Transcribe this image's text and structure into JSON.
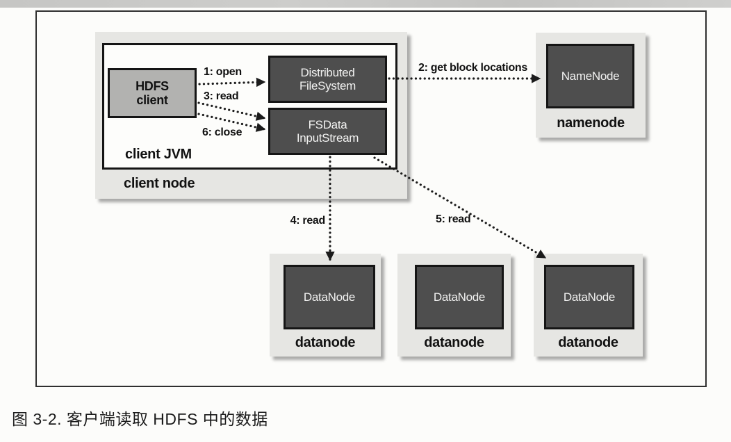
{
  "caption": "图 3-2. 客户端读取 HDFS 中的数据",
  "client_node": {
    "label": "client node",
    "jvm_label": "client JVM",
    "hdfs_client": {
      "line1": "HDFS",
      "line2": "client"
    },
    "distributed_filesystem": {
      "line1": "Distributed",
      "line2": "FileSystem"
    },
    "fsdata_inputstream": {
      "line1": "FSData",
      "line2": "InputStream"
    }
  },
  "namenode": {
    "box_label": "NameNode",
    "node_label": "namenode"
  },
  "datanodes": [
    {
      "box_label": "DataNode",
      "node_label": "datanode"
    },
    {
      "box_label": "DataNode",
      "node_label": "datanode"
    },
    {
      "box_label": "DataNode",
      "node_label": "datanode"
    }
  ],
  "arrows": [
    {
      "label": "1: open"
    },
    {
      "label": "2: get block locations"
    },
    {
      "label": "3: read"
    },
    {
      "label": "6: close"
    },
    {
      "label": "4: read"
    },
    {
      "label": "5: read"
    }
  ],
  "colors": {
    "page_background": "#fcfcfa",
    "frame_border": "#2f2f2f",
    "light_container": "#e6e6e3",
    "hdfs_client_fill": "#b2b2b0",
    "dark_box_fill": "#4e4e4e",
    "box_border": "#151515",
    "dark_box_text": "#f2f2f1",
    "arrow": "#1b1b1b"
  }
}
